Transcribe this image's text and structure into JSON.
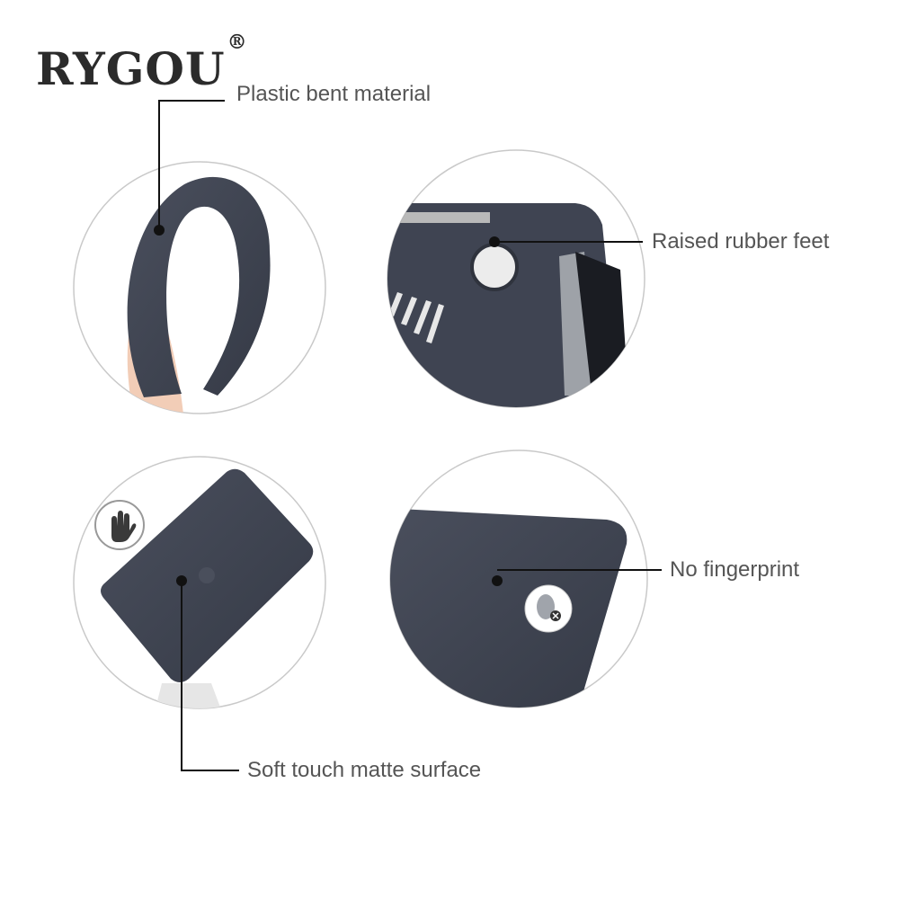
{
  "brand": {
    "name": "RYGOU",
    "mark": "®"
  },
  "features": {
    "bent": "Plastic bent material",
    "feet": "Raised rubber feet",
    "matte": "Soft touch matte surface",
    "fingerprint": "No fingerprint"
  },
  "colors": {
    "case": "#3d4250",
    "text": "#555555",
    "line": "#111111",
    "logo": "#2b2b2b"
  }
}
